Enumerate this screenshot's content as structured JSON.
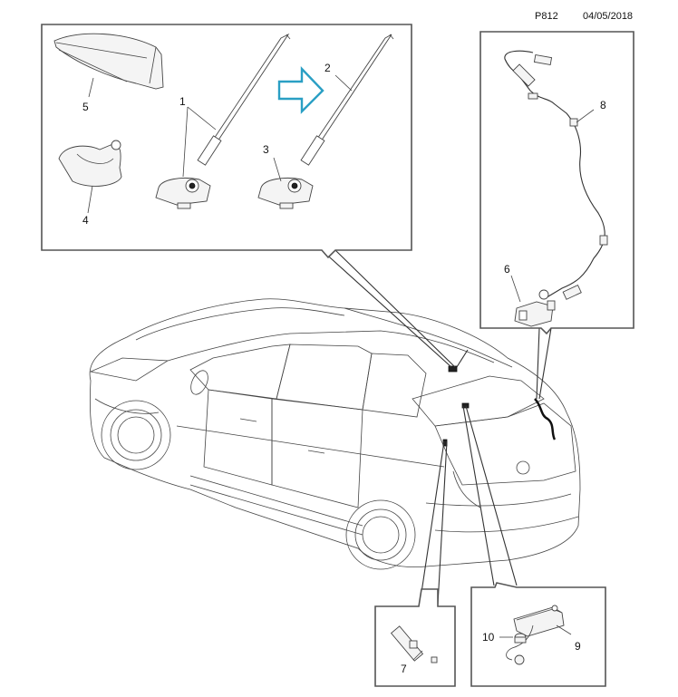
{
  "header": {
    "diagram_code": "P812",
    "date": "04/05/2018"
  },
  "diagram": {
    "title_context": "Roof antenna and rear aerial components",
    "arrow_color": "#2a9fc4",
    "line_color": "#444444",
    "callouts": [
      {
        "number": "1",
        "part": "antenna-mast-with-base"
      },
      {
        "number": "2",
        "part": "antenna-mast"
      },
      {
        "number": "3",
        "part": "antenna-base"
      },
      {
        "number": "4",
        "part": "shark-fin-base"
      },
      {
        "number": "5",
        "part": "shark-fin-cover"
      },
      {
        "number": "6",
        "part": "amplifier-connector"
      },
      {
        "number": "7",
        "part": "rear-amplifier-module"
      },
      {
        "number": "8",
        "part": "antenna-cable-harness"
      },
      {
        "number": "9",
        "part": "tailgate-amplifier"
      },
      {
        "number": "10",
        "part": "grommet"
      }
    ],
    "insets": [
      {
        "name": "antenna-inset",
        "callouts": [
          "1",
          "2",
          "3",
          "4",
          "5"
        ]
      },
      {
        "name": "cable-inset",
        "callouts": [
          "6",
          "8"
        ]
      },
      {
        "name": "module-inset-left",
        "callouts": [
          "7"
        ]
      },
      {
        "name": "module-inset-right",
        "callouts": [
          "9",
          "10"
        ]
      }
    ]
  }
}
